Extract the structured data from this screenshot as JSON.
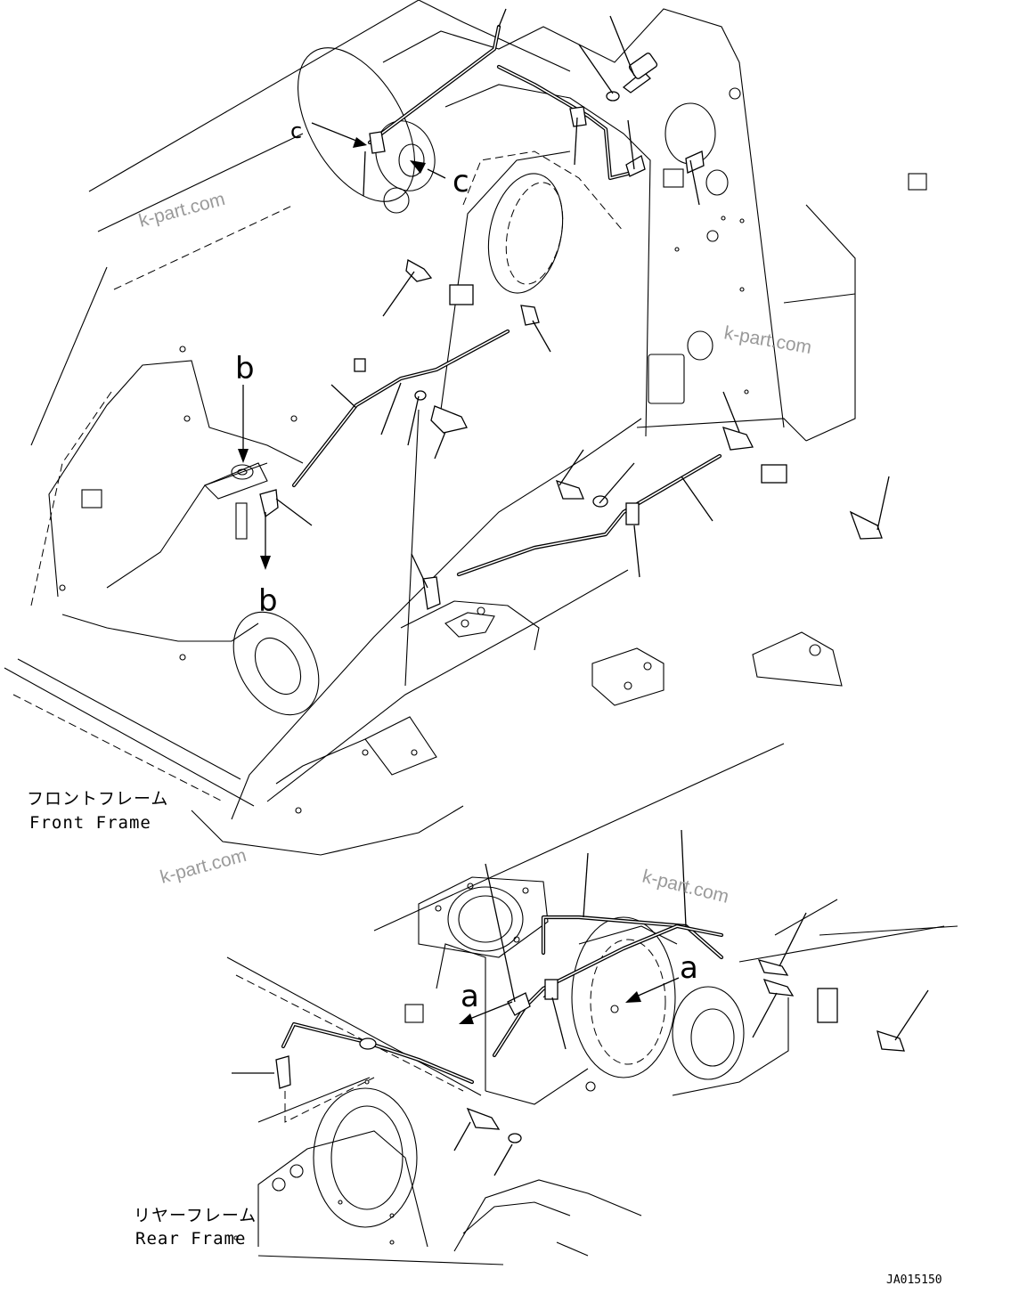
{
  "labels": {
    "front_frame_jp": "フロントフレーム",
    "front_frame_en": "Front Frame",
    "rear_frame_jp": "リヤーフレーム",
    "rear_frame_en": "Rear Frame"
  },
  "callouts": {
    "a_left": "a",
    "a_right": "a",
    "b_top": "b",
    "b_bottom": "b",
    "c_small": "c",
    "c_large": "c"
  },
  "watermarks": [
    "k-part.com",
    "k-part.com",
    "k-part.com",
    "k-part.com"
  ],
  "drawing_code": "JA015150"
}
